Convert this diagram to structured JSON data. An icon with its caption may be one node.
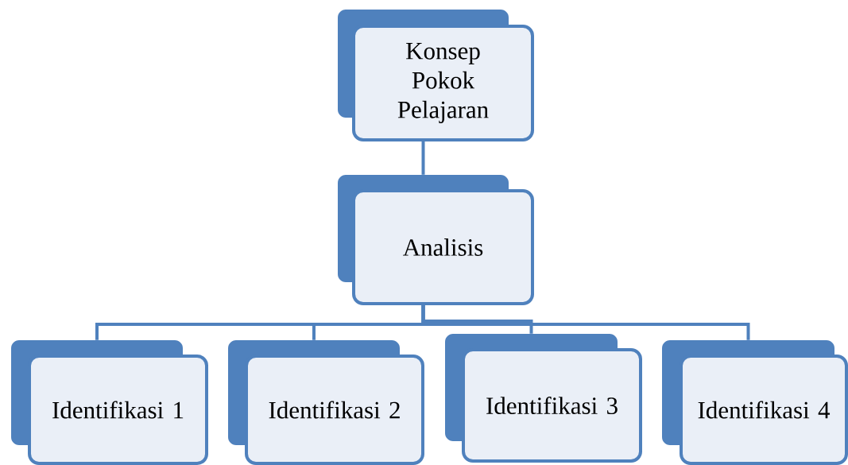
{
  "diagram": {
    "nodes": [
      {
        "text": [
          "Konsep Pokok Pelajaran"
        ]
      },
      {
        "text": [
          "Analisis"
        ]
      },
      {
        "text": [
          "Identifikasi 1"
        ]
      },
      {
        "text": [
          "Identifikasi 2"
        ]
      },
      {
        "text": [
          "Identifikasi 3"
        ]
      },
      {
        "text": [
          "Identifikasi 4"
        ]
      }
    ],
    "edges": [
      {
        "from": 0,
        "to": 1,
        "arrow": "none"
      },
      {
        "from": 1,
        "to": 2,
        "arrow": "none"
      },
      {
        "from": 1,
        "to": 3,
        "arrow": "none"
      },
      {
        "from": 1,
        "to": 4,
        "arrow": "none"
      },
      {
        "from": 1,
        "to": 5,
        "arrow": "none"
      }
    ]
  }
}
